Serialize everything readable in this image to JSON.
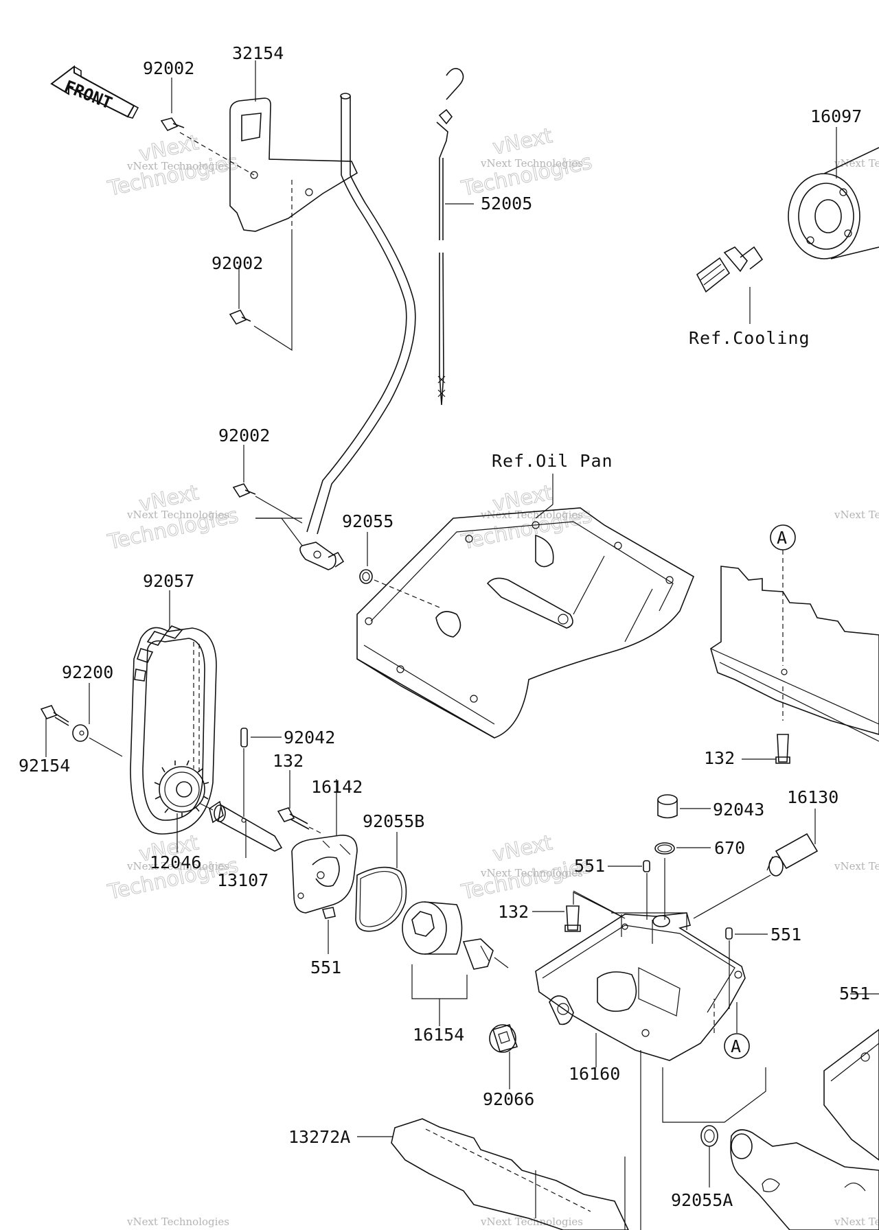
{
  "front_arrow": {
    "label": "FRONT"
  },
  "refs": {
    "cooling": "Ref.Cooling",
    "oil_pan": "Ref.Oil Pan",
    "marker_a": "A"
  },
  "parts": {
    "p32154": "32154",
    "p92002_a": "92002",
    "p92002_b": "92002",
    "p92002_c": "92002",
    "p52005": "52005",
    "p16097": "16097",
    "p92055": "92055",
    "p92057": "92057",
    "p92200": "92200",
    "p92154": "92154",
    "p92042": "92042",
    "p132_a": "132",
    "p132_b": "132",
    "p132_c": "132",
    "p16142": "16142",
    "p92055B": "92055B",
    "p12046": "12046",
    "p13107": "13107",
    "p551_a": "551",
    "p551_b": "551",
    "p551_c": "551",
    "p551_d": "551",
    "p92043": "92043",
    "p16130": "16130",
    "p670": "670",
    "p16154": "16154",
    "p16160": "16160",
    "p92066": "92066",
    "p13272A": "13272A",
    "p92055A": "92055A"
  },
  "watermark": {
    "line1": "vNext",
    "line2": "vNext Technologies",
    "line3": "Technologies"
  }
}
